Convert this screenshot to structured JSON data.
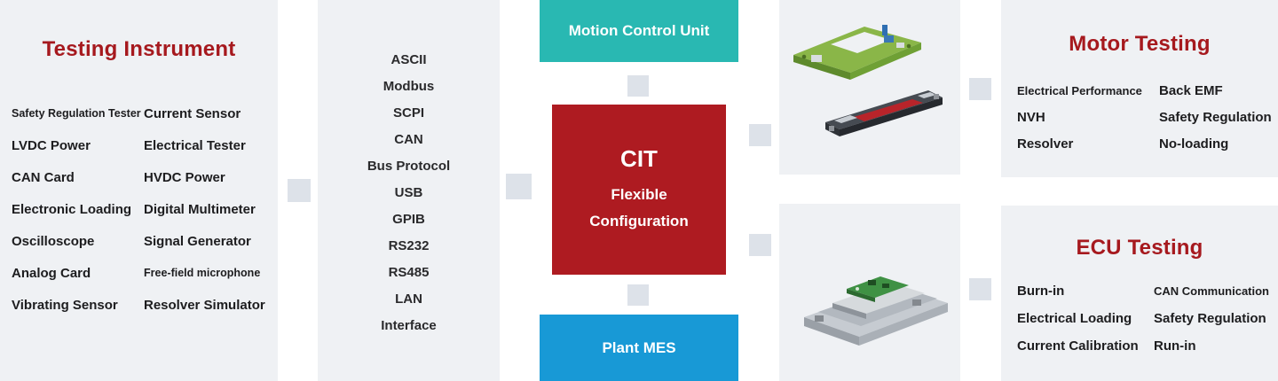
{
  "colors": {
    "brand_red": "#a6191e",
    "cit_red": "#ae1b21",
    "teal": "#29b8b2",
    "blue": "#1899d6",
    "panel_bg": "#eff1f4",
    "connector_gray": "#dde2e9"
  },
  "testing_instrument": {
    "title": "Testing Instrument",
    "col1": [
      "Safety Regulation Tester",
      "LVDC Power",
      "CAN Card",
      "Electronic Loading",
      "Oscilloscope",
      "Analog Card",
      "Vibrating Sensor"
    ],
    "col2": [
      "Current Sensor",
      "Electrical Tester",
      "HVDC Power",
      "Digital Multimeter",
      "Signal Generator",
      "Free-field microphone",
      "Resolver Simulator"
    ]
  },
  "protocols": {
    "items": [
      "ASCII",
      "Modbus",
      "SCPI",
      "CAN",
      "Bus Protocol",
      "USB",
      "GPIB",
      "RS232",
      "RS485",
      "LAN",
      "Interface"
    ]
  },
  "center": {
    "motion_control_label": "Motion Control Unit",
    "cit_title": "CIT",
    "cit_subtitle_1": "Flexible",
    "cit_subtitle_2": "Configuration",
    "plant_mes_label": "Plant MES"
  },
  "motor_testing": {
    "title": "Motor Testing",
    "col1": [
      "Electrical Performance",
      "NVH",
      "Resolver"
    ],
    "col2": [
      "Back EMF",
      "Safety Regulation",
      "No-loading"
    ]
  },
  "ecu_testing": {
    "title": "ECU Testing",
    "col1": [
      "Burn-in",
      "Electrical Loading",
      "Current Calibration"
    ],
    "col2": [
      "CAN Communication",
      "Safety Regulation",
      "Run-in"
    ]
  }
}
